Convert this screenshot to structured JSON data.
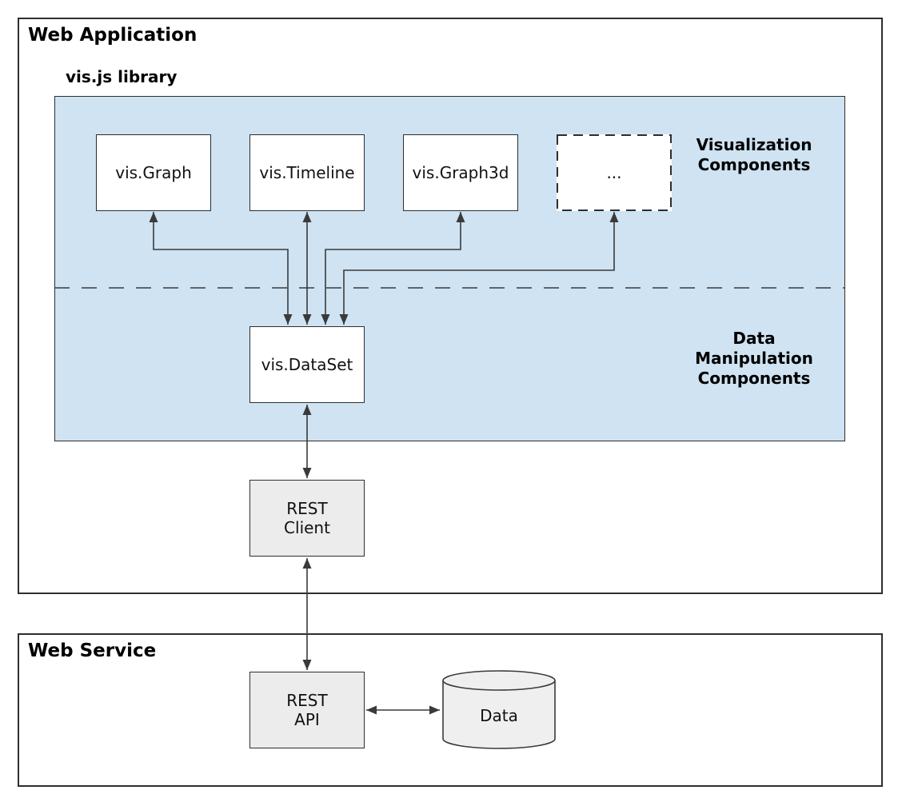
{
  "colors": {
    "background": "#ffffff",
    "library_fill": "#cfe3f2",
    "node_fill_white": "#ffffff",
    "node_fill_gray": "#ececec",
    "border": "#2e2e2e",
    "arrow": "#3a3a3a"
  },
  "web_application": {
    "title": "Web Application",
    "library": {
      "label": "vis.js library",
      "nodes": [
        "vis.Graph",
        "vis.Timeline",
        "vis.Graph3d",
        "..."
      ],
      "visualization_label": {
        "line1": "Visualization",
        "line2": "Components"
      },
      "data_manipulation_label": {
        "line1": "Data",
        "line2": "Manipulation",
        "line3": "Components"
      },
      "dataset_node": "vis.DataSet"
    },
    "rest_client_node": {
      "line1": "REST",
      "line2": "Client"
    }
  },
  "web_service": {
    "title": "Web Service",
    "rest_api_node": {
      "line1": "REST",
      "line2": "API"
    },
    "data_store_node": "Data"
  }
}
